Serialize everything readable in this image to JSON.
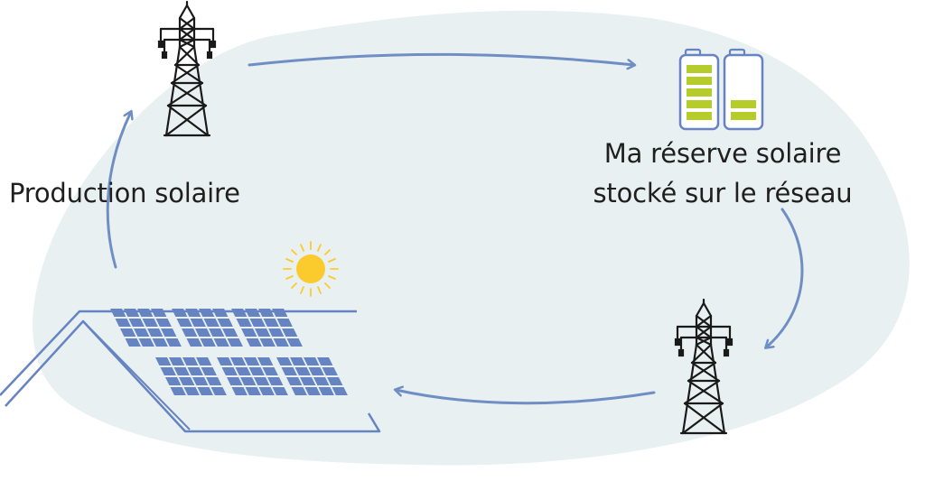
{
  "labels": {
    "production": "Production solaire",
    "reserve_line1": "Ma réserve solaire",
    "reserve_line2": "stocké sur le réseau"
  },
  "colors": {
    "background_blob": "#e8f0f1",
    "arrow": "#6f8fc4",
    "panel": "#6684c2",
    "sun": "#fbcb2e",
    "battery_fill": "#b6cc2a",
    "pylon": "#1a1a1a"
  },
  "icons": [
    "pylon-icon",
    "battery-icon",
    "solar-panel-roof",
    "sun-icon"
  ]
}
